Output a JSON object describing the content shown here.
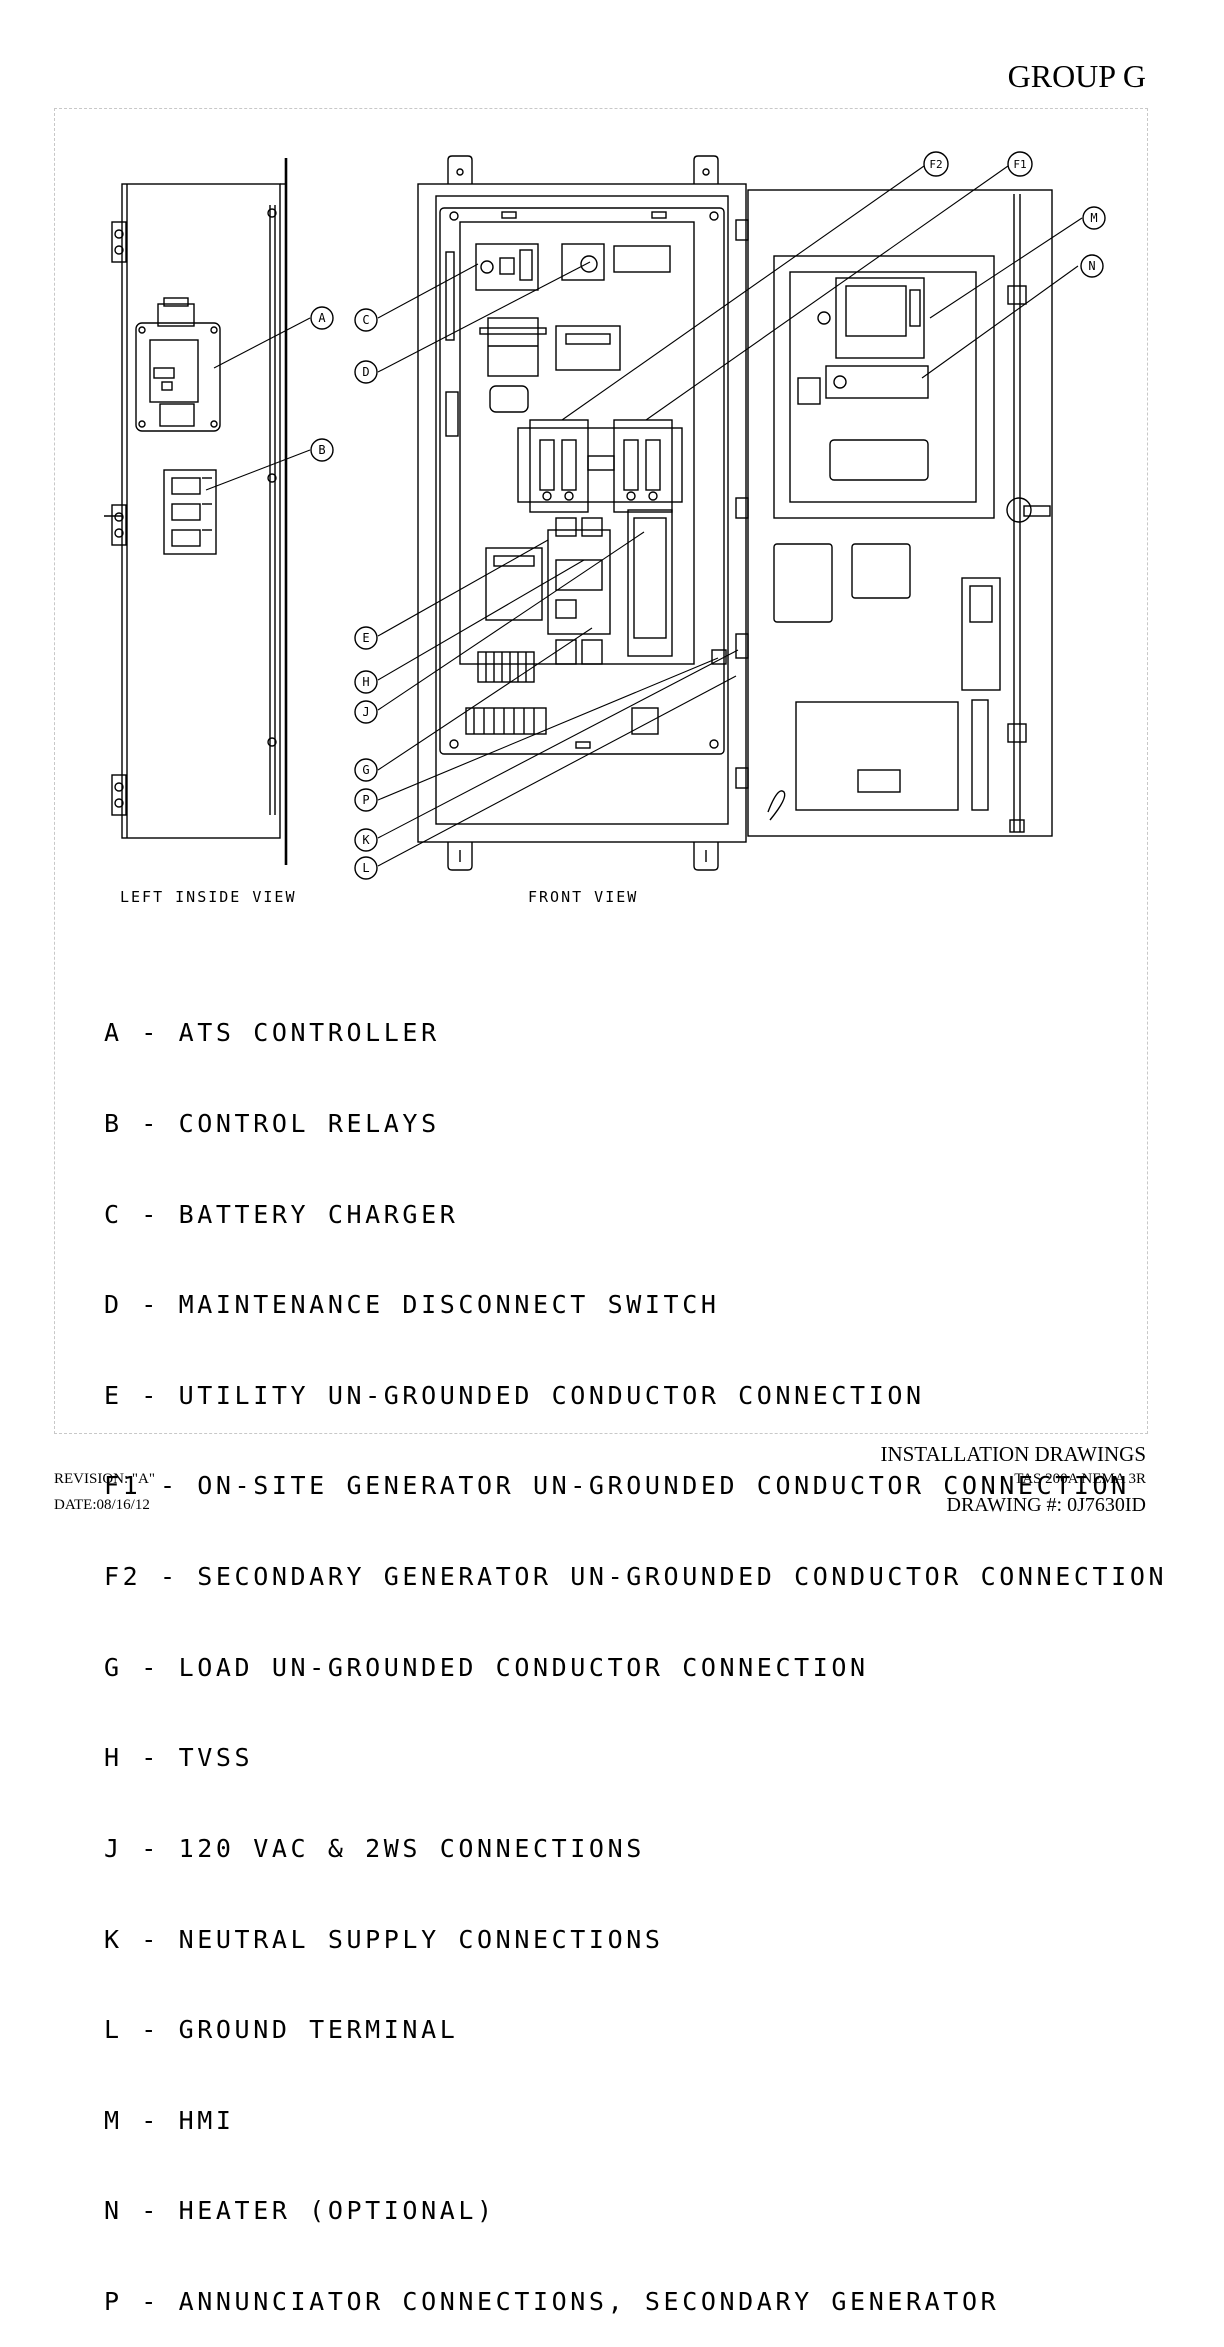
{
  "page": {
    "group_title": "GROUP G"
  },
  "views": {
    "left_label": "LEFT INSIDE VIEW",
    "front_label": "FRONT VIEW"
  },
  "callouts": [
    "A",
    "B",
    "C",
    "D",
    "E",
    "H",
    "J",
    "G",
    "P",
    "K",
    "L",
    "F2",
    "F1",
    "M",
    "N"
  ],
  "legend": [
    {
      "code": "A",
      "text": "A - ATS CONTROLLER"
    },
    {
      "code": "B",
      "text": "B - CONTROL RELAYS"
    },
    {
      "code": "C",
      "text": "C - BATTERY CHARGER"
    },
    {
      "code": "D",
      "text": "D - MAINTENANCE DISCONNECT SWITCH"
    },
    {
      "code": "E",
      "text": "E - UTILITY UN-GROUNDED CONDUCTOR CONNECTION"
    },
    {
      "code": "F1",
      "text": "F1 - ON-SITE GENERATOR UN-GROUNDED CONDUCTOR CONNECTION"
    },
    {
      "code": "F2",
      "text": "F2 - SECONDARY GENERATOR UN-GROUNDED CONDUCTOR CONNECTION"
    },
    {
      "code": "G",
      "text": "G - LOAD UN-GROUNDED CONDUCTOR CONNECTION"
    },
    {
      "code": "H",
      "text": "H - TVSS"
    },
    {
      "code": "J",
      "text": "J - 120 VAC & 2WS CONNECTIONS"
    },
    {
      "code": "K",
      "text": "K - NEUTRAL SUPPLY CONNECTIONS"
    },
    {
      "code": "L",
      "text": "L - GROUND TERMINAL"
    },
    {
      "code": "M",
      "text": "M - HMI"
    },
    {
      "code": "N",
      "text": "N - HEATER (OPTIONAL)"
    },
    {
      "code": "P",
      "text": "P - ANNUNCIATOR CONNECTIONS, SECONDARY GENERATOR"
    }
  ],
  "title_block": {
    "doc_type": "INSTALLATION DRAWINGS",
    "model": "TAS 200A NEMA 3R",
    "drawing_number": "DRAWING #: 0J7630ID",
    "revision": "REVISION: \"A\"",
    "date": "DATE:08/16/12"
  }
}
